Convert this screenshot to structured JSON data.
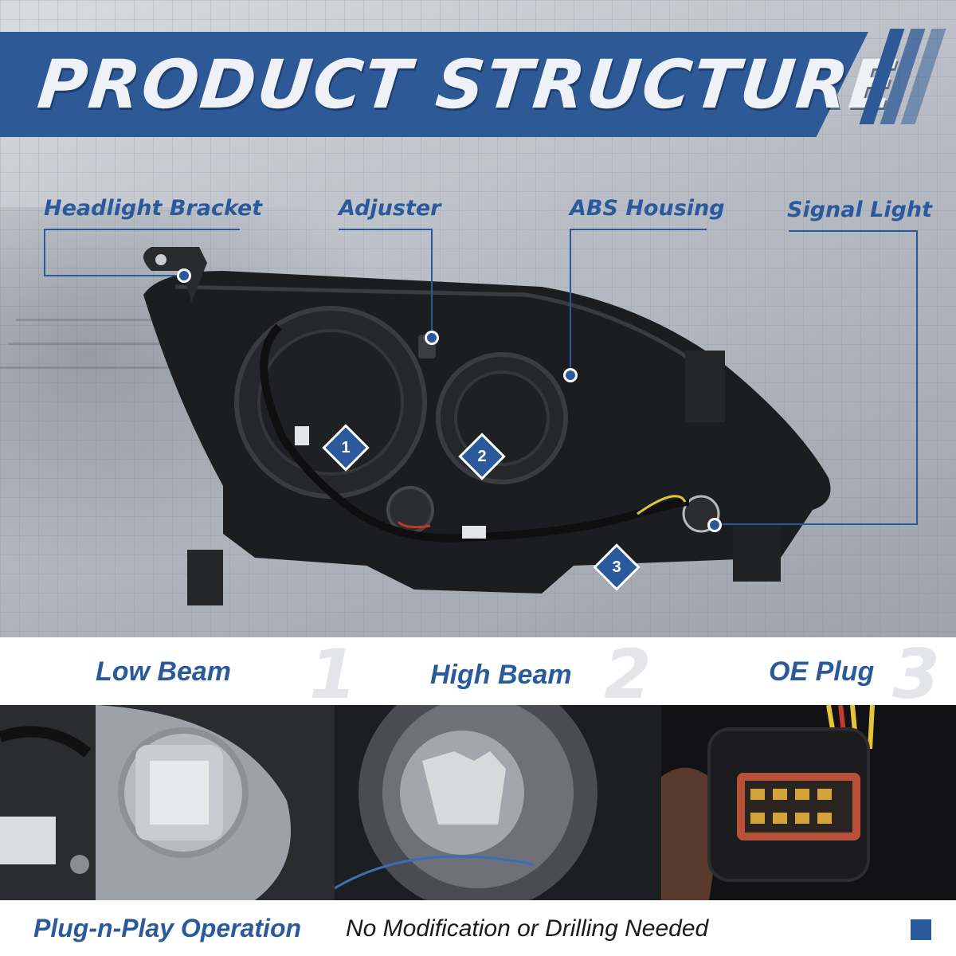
{
  "banner": {
    "title": "PRODUCT STRUCTURE"
  },
  "callouts": {
    "headlight_bracket": "Headlight Bracket",
    "adjuster": "Adjuster",
    "abs_housing": "ABS Housing",
    "signal_light": "Signal Light"
  },
  "markers": [
    "1",
    "2",
    "3"
  ],
  "features": [
    {
      "label": "Low Beam",
      "number": "1"
    },
    {
      "label": "High Beam",
      "number": "2"
    },
    {
      "label": "OE Plug",
      "number": "3"
    }
  ],
  "footer": {
    "highlight": "Plug-n-Play Operation",
    "text": "No Modification or Drilling Needed"
  },
  "colors": {
    "brand_blue": "#2a5a9c",
    "banner_blue": "#2d5a96",
    "housing_black": "#1c1d20"
  }
}
